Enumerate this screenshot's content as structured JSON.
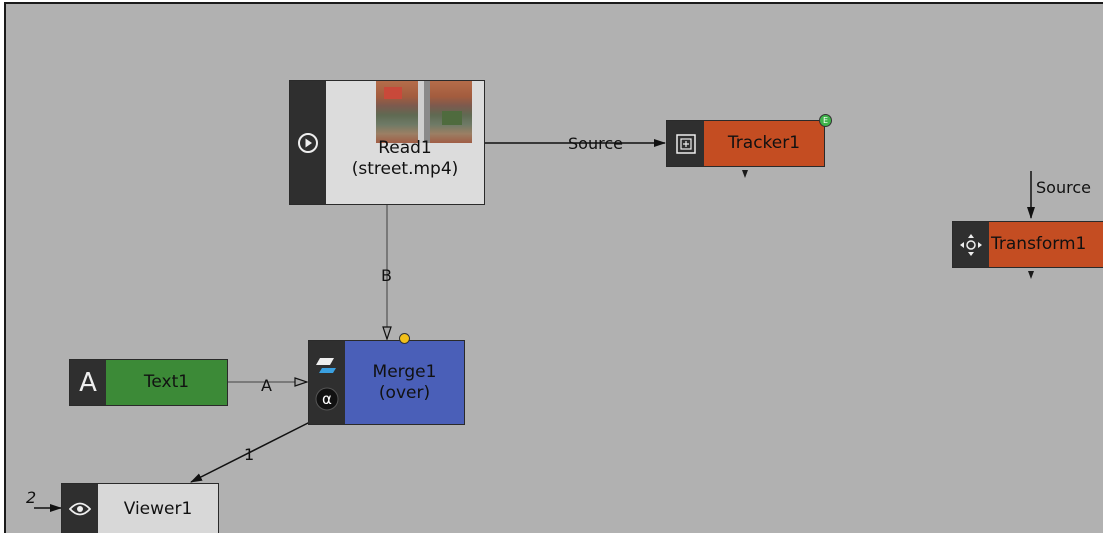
{
  "nodes": {
    "read1": {
      "name": "Read1",
      "file": "(street.mp4)"
    },
    "tracker1": {
      "name": "Tracker1",
      "badge": "E"
    },
    "transform1": {
      "name": "Transform1"
    },
    "merge1": {
      "name": "Merge1",
      "operation": "(over)"
    },
    "text1": {
      "name": "Text1",
      "icon_letter": "A"
    },
    "viewer1": {
      "name": "Viewer1"
    }
  },
  "wire_labels": {
    "read_to_tracker": "Source",
    "transform_input": "Source",
    "read_to_merge": "B",
    "text_to_merge": "A",
    "merge_to_viewer": "1",
    "viewer_input": "2"
  },
  "colors": {
    "background": "#b1b1b1",
    "read": "#dcdcdc",
    "tracker": "#c44d22",
    "transform": "#c44d22",
    "merge": "#4a5fb8",
    "text": "#3c8a37",
    "viewer": "#d8d8d8"
  }
}
